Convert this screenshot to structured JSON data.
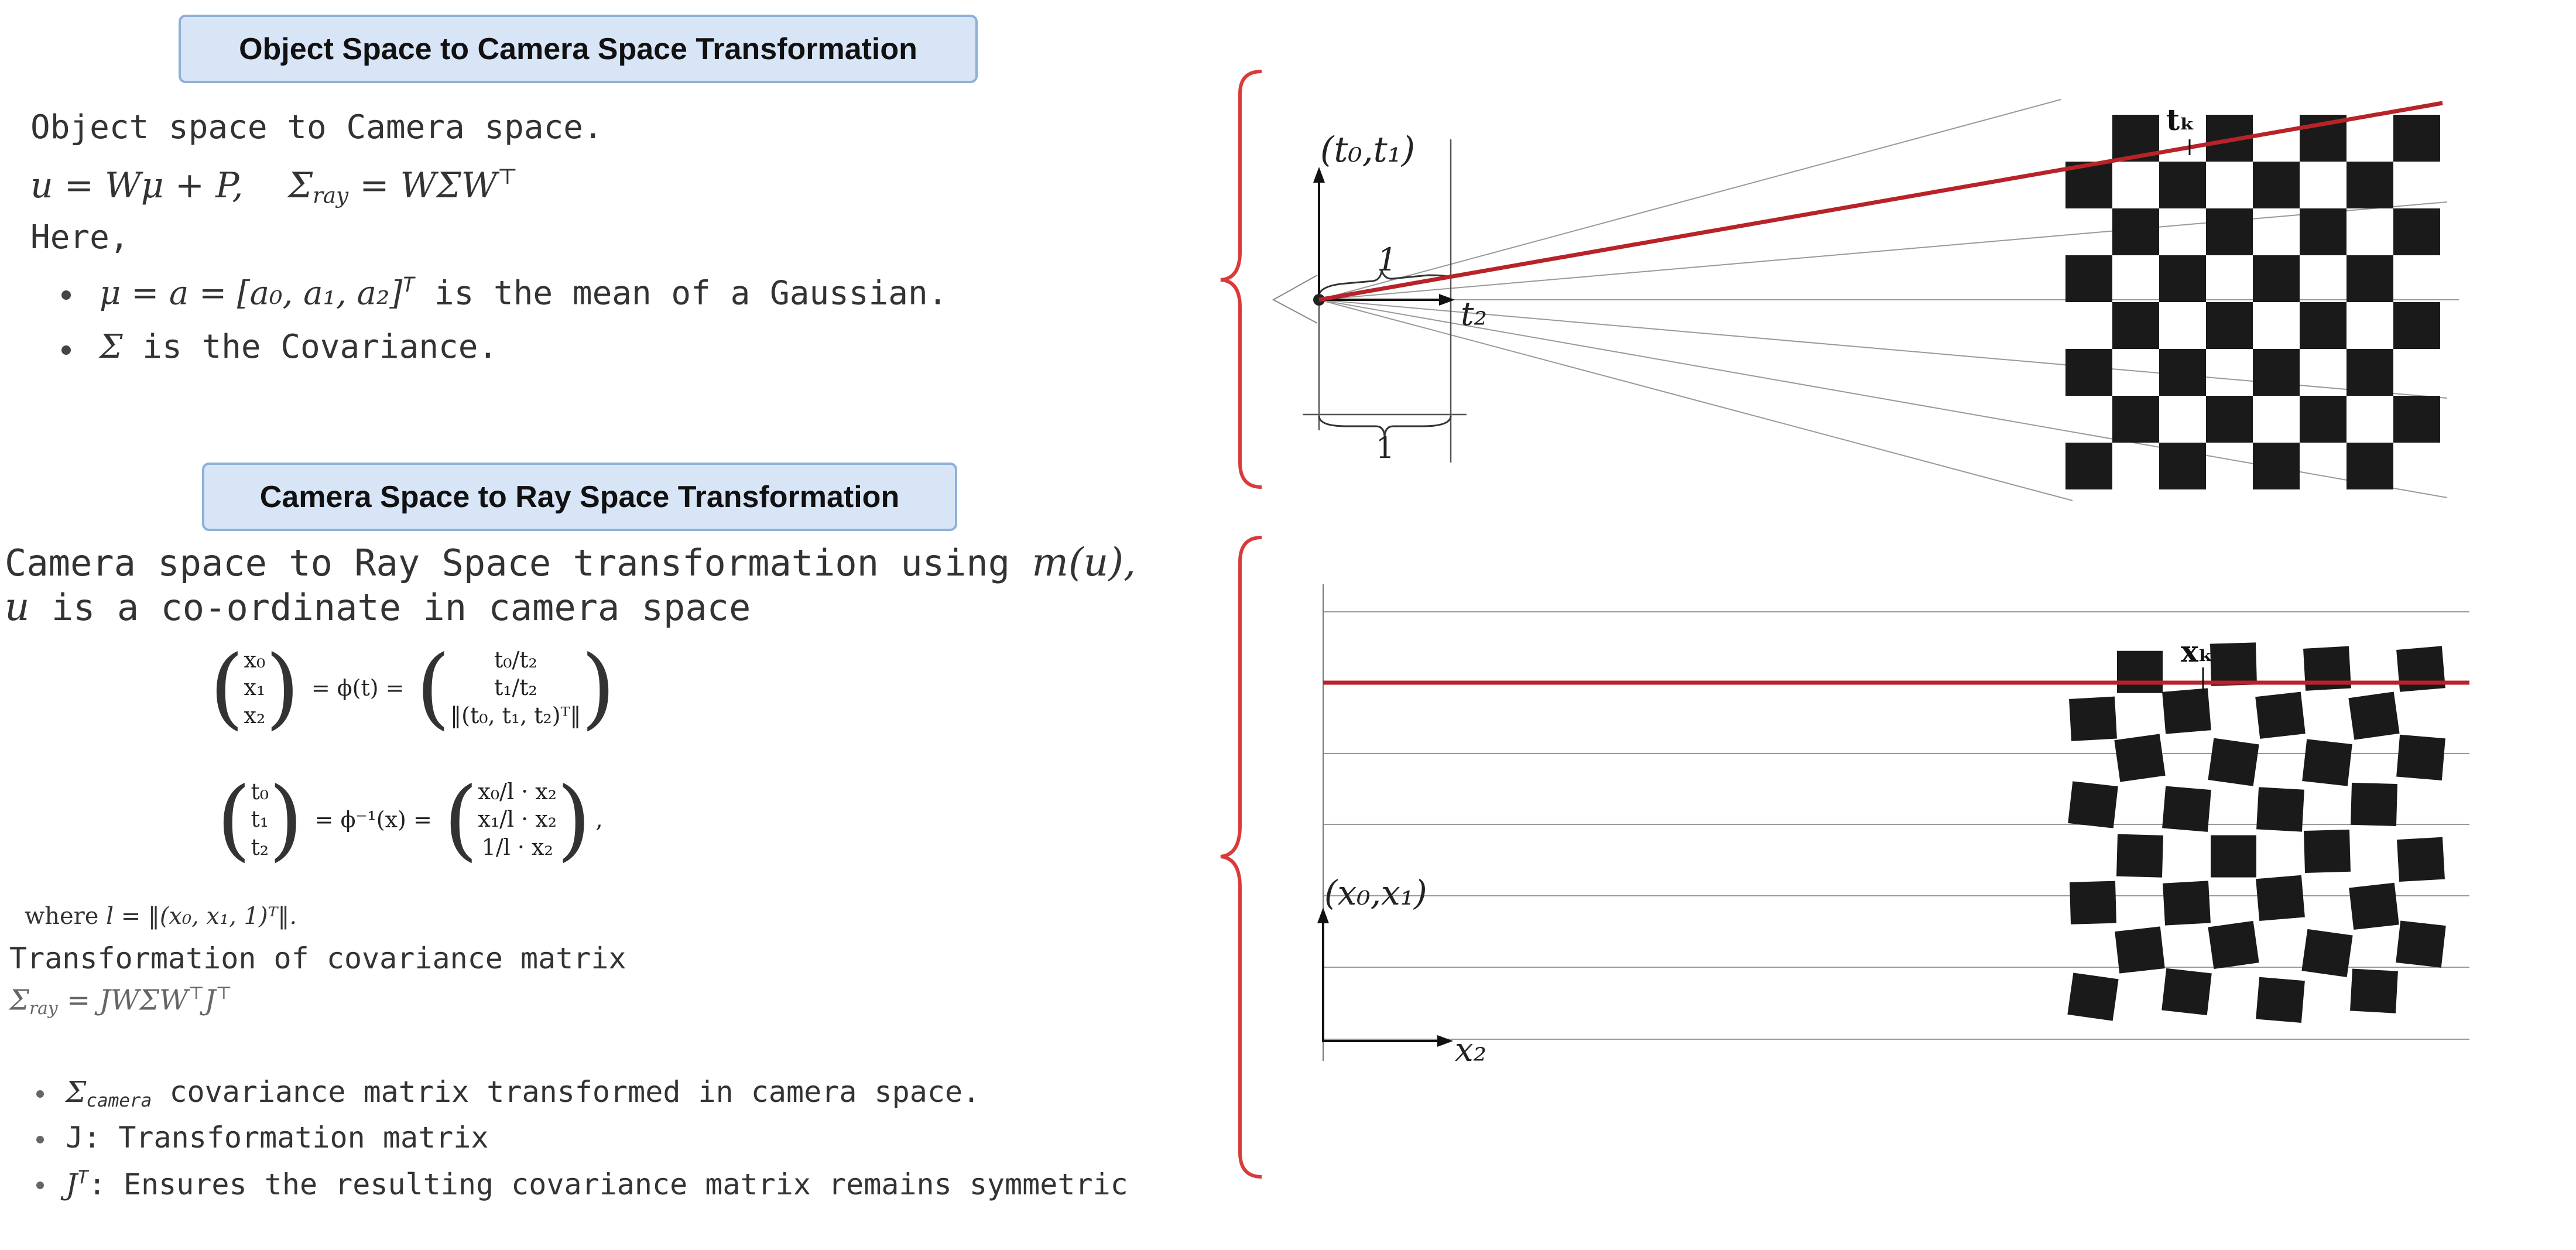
{
  "section1": {
    "title": "Object Space to Camera Space Transformation",
    "intro": "Object space to Camera space.",
    "equation_u": "u = Wμ + P,",
    "equation_sigma": "Σ",
    "equation_sigma_sub": "ray",
    "equation_sigma_rhs": "= WΣW",
    "equation_sigma_sup": "⊤",
    "here": "Here,",
    "bullet1_math": "μ = a = [a₀, a₁, a₂]",
    "bullet1_sup": "T",
    "bullet1_text": " is the mean of a Gaussian.",
    "bullet2_math": "Σ",
    "bullet2_text": " is the Covariance."
  },
  "section2": {
    "title": "Camera Space to Ray Space Transformation",
    "line1_text": "Camera space to Ray Space transformation using ",
    "line1_math": "m(u),",
    "line2_math": "u",
    "line2_text": " is a co-ordinate in camera space",
    "eq1": {
      "lhs": [
        "x₀",
        "x₁",
        "x₂"
      ],
      "middle": "= ϕ(t) =",
      "rhs": [
        "t₀/t₂",
        "t₁/t₂",
        "‖(t₀, t₁, t₂)ᵀ‖"
      ]
    },
    "eq2": {
      "lhs": [
        "t₀",
        "t₁",
        "t₂"
      ],
      "middle": "= ϕ⁻¹(x) =",
      "rhs": [
        "x₀/l · x₂",
        "x₁/l · x₂",
        "1/l · x₂"
      ],
      "trailing": ","
    },
    "where_text": "where ",
    "where_math": "l = ‖(x₀, x₁, 1)ᵀ‖.",
    "cov_heading": "Transformation of covariance matrix",
    "cov_eq": "Σ",
    "cov_eq_sub": "ray",
    "cov_eq_rhs": "= JWΣW",
    "cov_eq_sup1": "⊤",
    "cov_eq_rhs2": "J",
    "cov_eq_sup2": "⊤",
    "bullet1_math": "Σ",
    "bullet1_sub": "camera",
    "bullet1_text": " covariance matrix transformed in camera space.",
    "bullet2_text": "J: Transformation matrix",
    "bullet3_math": "J",
    "bullet3_sup": "T",
    "bullet3_text": ": Ensures the resulting covariance matrix remains symmetric"
  },
  "diagram_top": {
    "axis_label": "(t₀,t₁)",
    "t2_label": "t₂",
    "unit_label_top": "1",
    "unit_label_bottom": "1",
    "point_label": "tₖ"
  },
  "diagram_bottom": {
    "axis_label": "(x₀,x₁)",
    "x2_label": "x₂",
    "point_label": "xₖ"
  },
  "colors": {
    "brace": "#d93b3b",
    "ray": "#b8232a",
    "pill_bg": "#d7e5f6",
    "pill_border": "#8fb0d8",
    "checker": "#1a1a1a",
    "thin_line": "#9a9a9a"
  }
}
